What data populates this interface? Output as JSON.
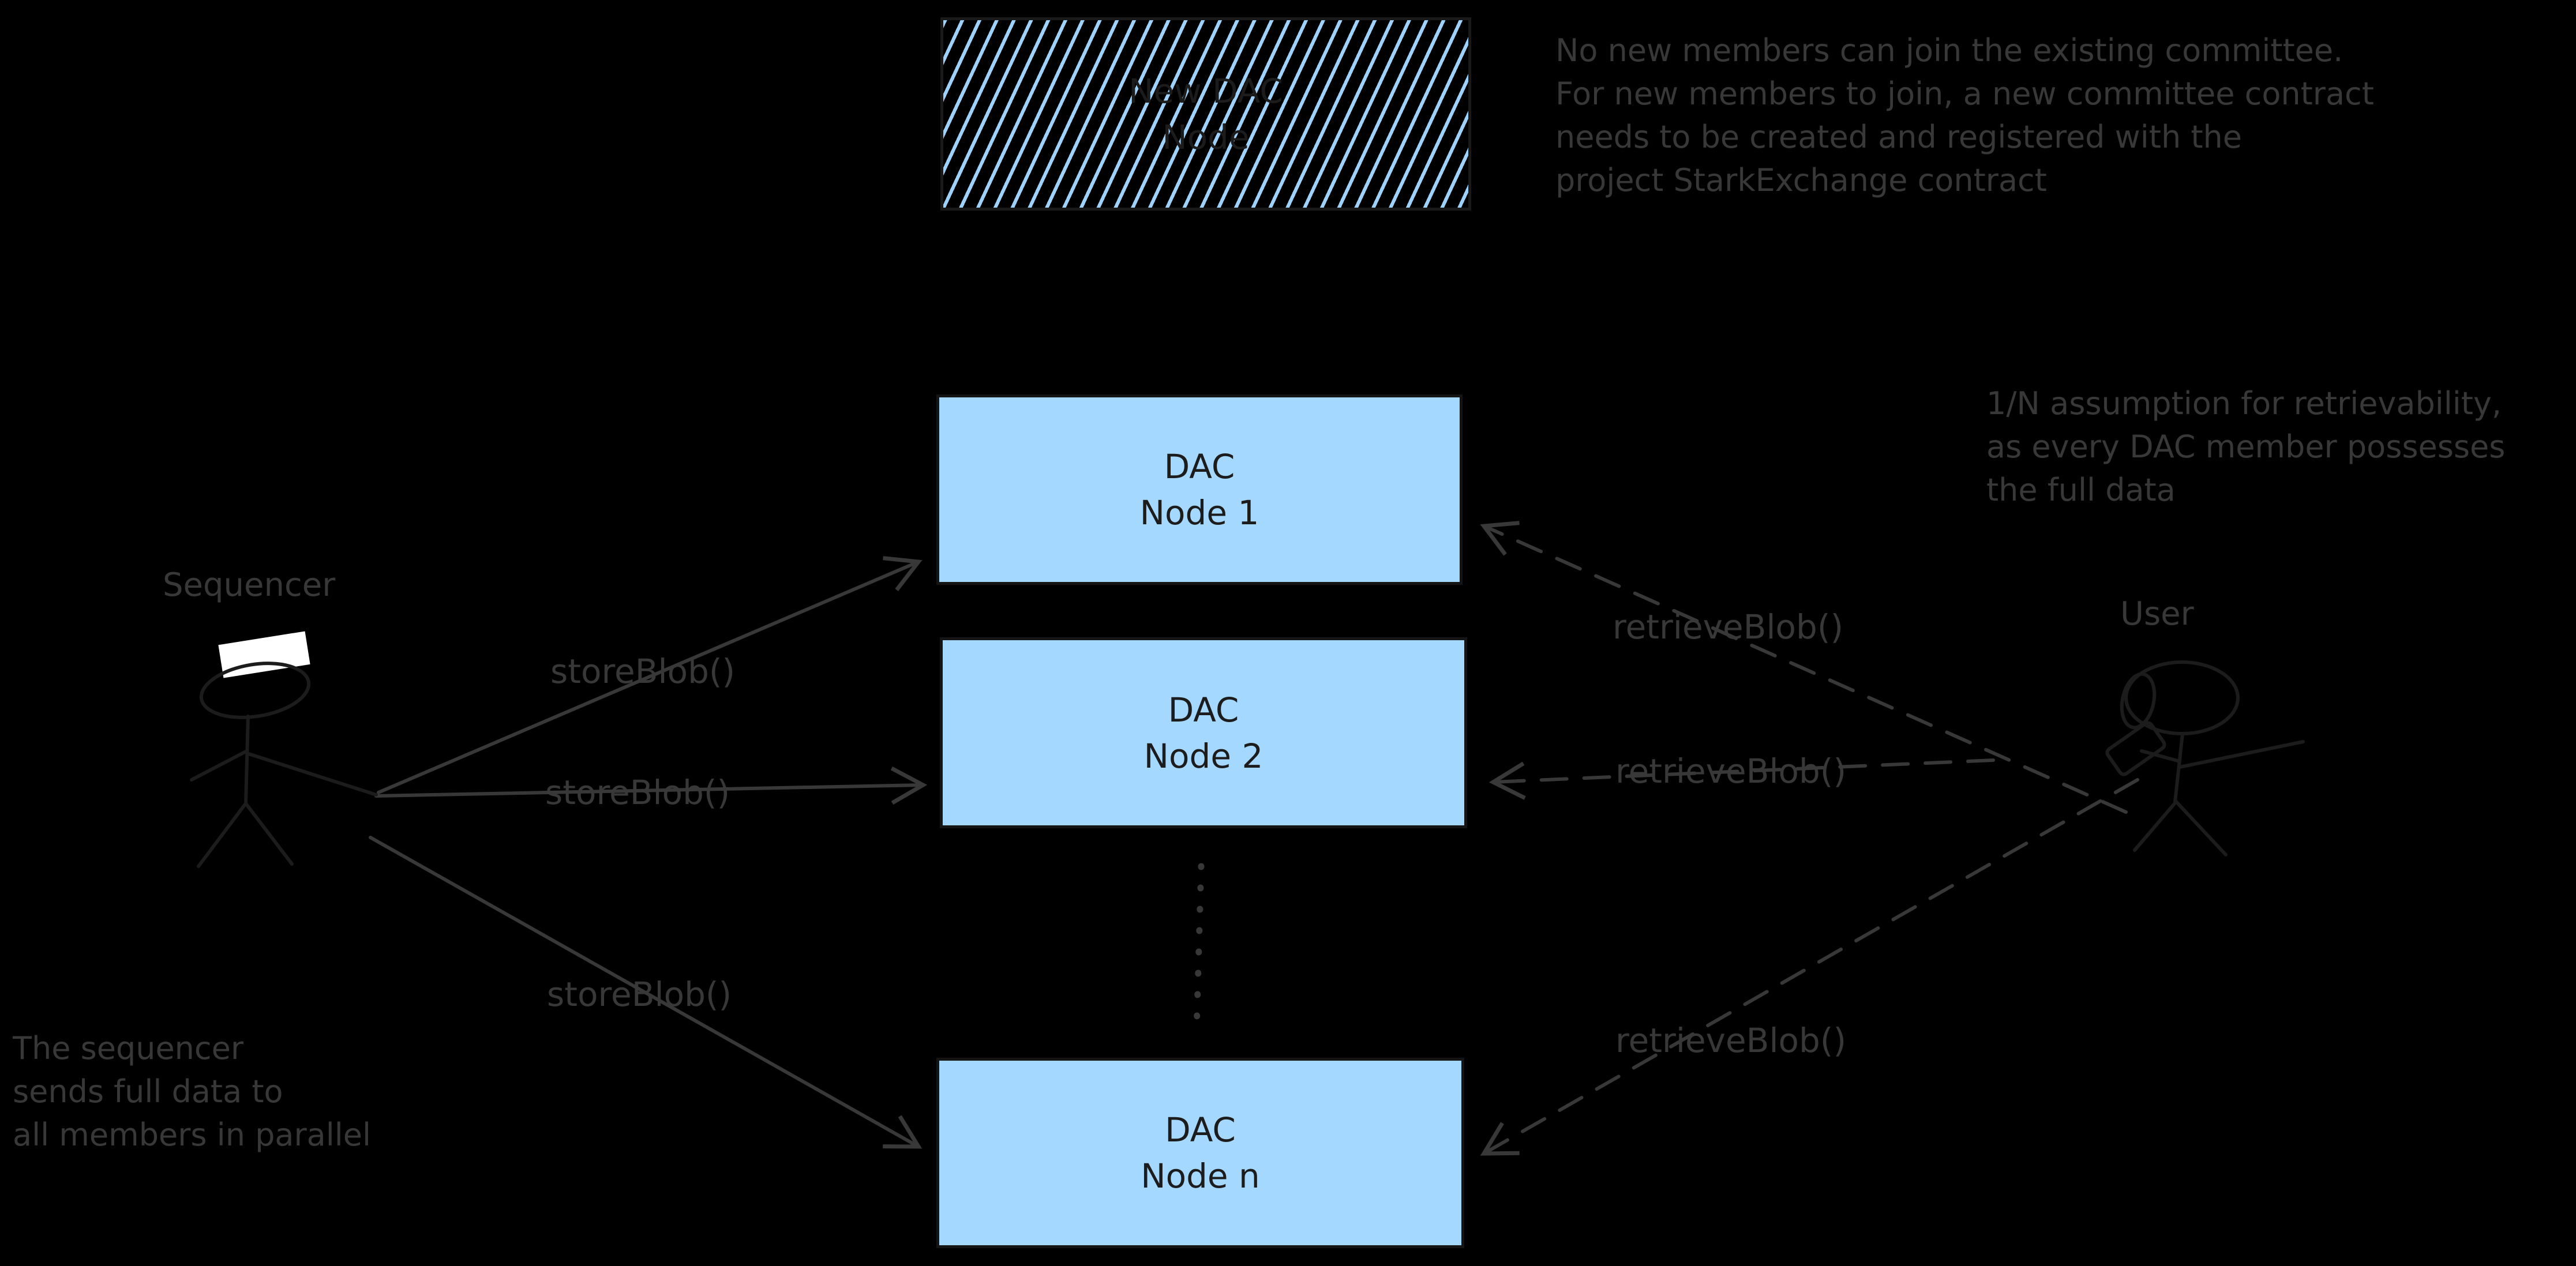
{
  "colors": {
    "background": "#000000",
    "node_fill": "#a5d8ff",
    "hatch_stripe": "#9cd2fb",
    "ink": "#383838",
    "dark_ink": "#1c1c1c"
  },
  "new_dac_box": {
    "line1": "New DAC",
    "line2": "Node"
  },
  "nodes": [
    {
      "line1": "DAC",
      "line2": "Node 1"
    },
    {
      "line1": "DAC",
      "line2": "Node 2"
    },
    {
      "line1": "DAC",
      "line2": "Node n"
    }
  ],
  "actors": {
    "sequencer": "Sequencer",
    "user": "User"
  },
  "arrow_labels": {
    "store_blob": [
      "storeBlob()",
      "storeBlob()",
      "storeBlob()"
    ],
    "retrieve_blob": [
      "retrieveBlob()",
      "retrieveBlob()",
      "retrieveBlob()"
    ]
  },
  "annotations": {
    "committee": [
      "No new members can join the existing committee.",
      "For new members to join, a new committee contract",
      "needs to be created and registered with the",
      "project StarkExchange contract"
    ],
    "retrievability": [
      "1/N assumption for retrievability,",
      "as every DAC member possesses",
      "the full data"
    ],
    "sequencer_note": [
      "The sequencer",
      "sends full data to",
      "all members in parallel"
    ]
  }
}
